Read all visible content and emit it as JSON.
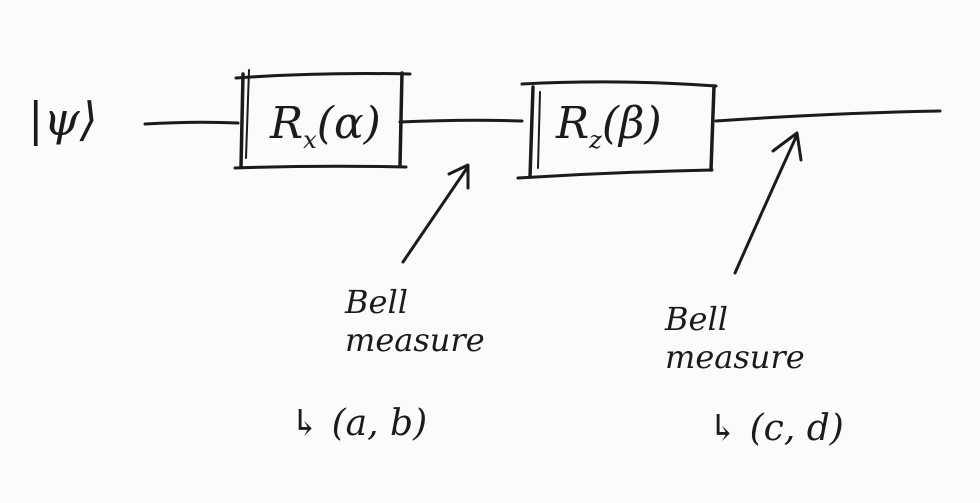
{
  "input_state": "|ψ⟩",
  "gates": [
    {
      "name": "R",
      "sub": "x",
      "arg": "(α)"
    },
    {
      "name": "R",
      "sub": "z",
      "arg": "(β)"
    }
  ],
  "measurements": [
    {
      "line1": "Bell",
      "line2": "measure",
      "result": "(a, b)"
    },
    {
      "line1": "Bell",
      "line2": "measure",
      "result": "(c, d)"
    }
  ],
  "result_arrow": "↳",
  "ink_color": "#1b1b1b",
  "background_color": "#fbfbfa"
}
